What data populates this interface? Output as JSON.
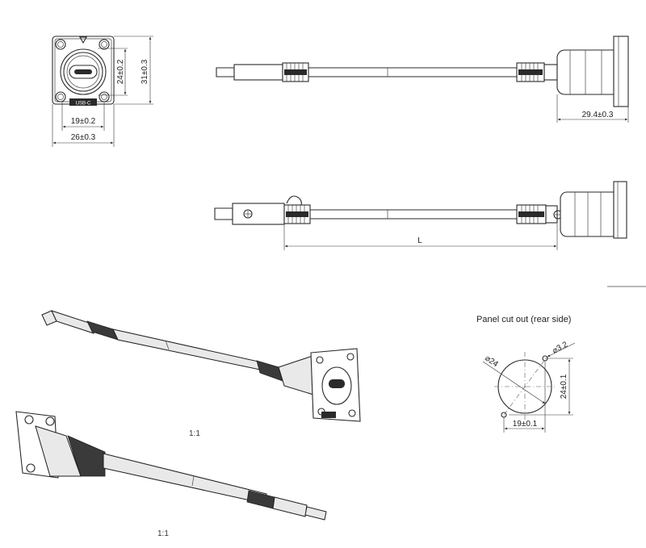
{
  "front_view": {
    "dim_height_inner": "24±0.2",
    "dim_height_outer": "31±0.3",
    "dim_width_inner": "19±0.2",
    "dim_width_outer": "26±0.3",
    "badge": "USB-C"
  },
  "side_view_top": {
    "dim_flange": "29.4±0.3"
  },
  "side_view_bottom": {
    "dim_length": "L"
  },
  "panel_cutout": {
    "title": "Panel cut out (rear side)",
    "dim_diameter": "⌀24",
    "dim_hole": "⌀3.2",
    "dim_height": "24±0.1",
    "dim_width": "19±0.1"
  },
  "iso_views": {
    "scale_upper": "1:1",
    "scale_lower": "1:1"
  }
}
